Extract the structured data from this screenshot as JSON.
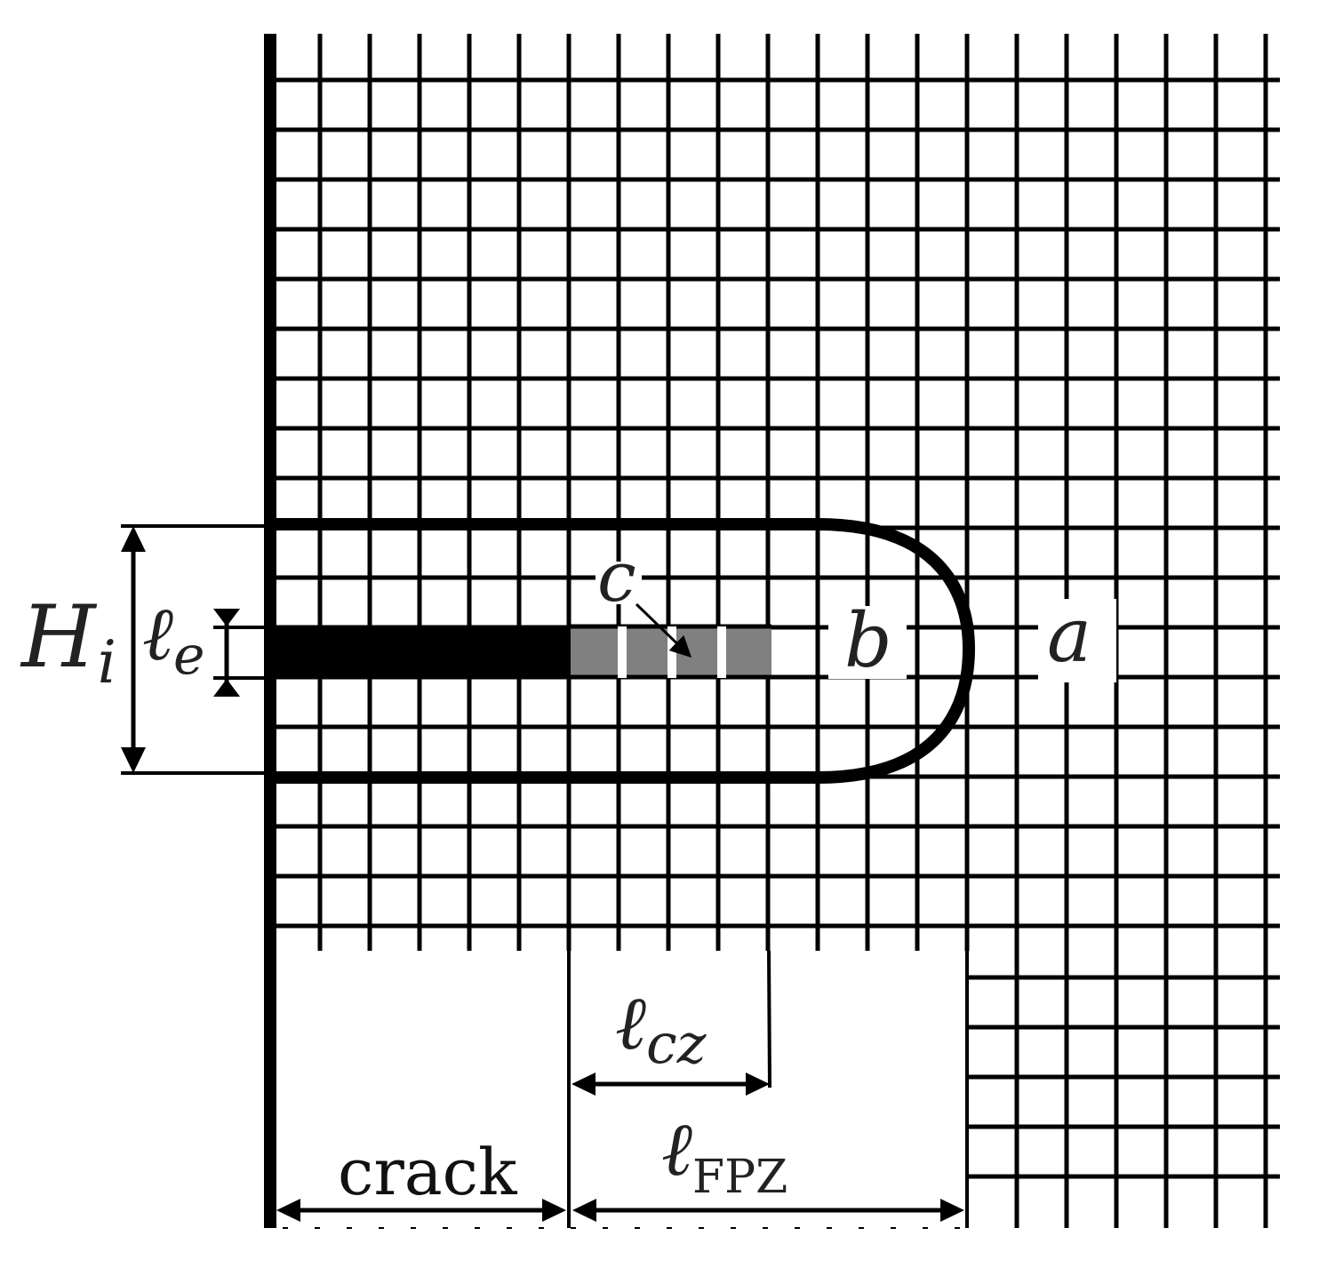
{
  "labels": {
    "H_main": "H",
    "H_sub": "i",
    "le_main": "ℓ",
    "le_sub": "e",
    "c": "c",
    "b": "b",
    "a": "a",
    "lcz_main": "ℓ",
    "lcz_sub": "cz",
    "crack": "crack",
    "lfpz_main": "ℓ",
    "lfpz_sub": "FPZ"
  },
  "colors": {
    "lines": "#000000",
    "crack_fill": "#000000",
    "cohesive_zone_fill": "#808080",
    "background": "#ffffff",
    "label_text": "#222222"
  }
}
